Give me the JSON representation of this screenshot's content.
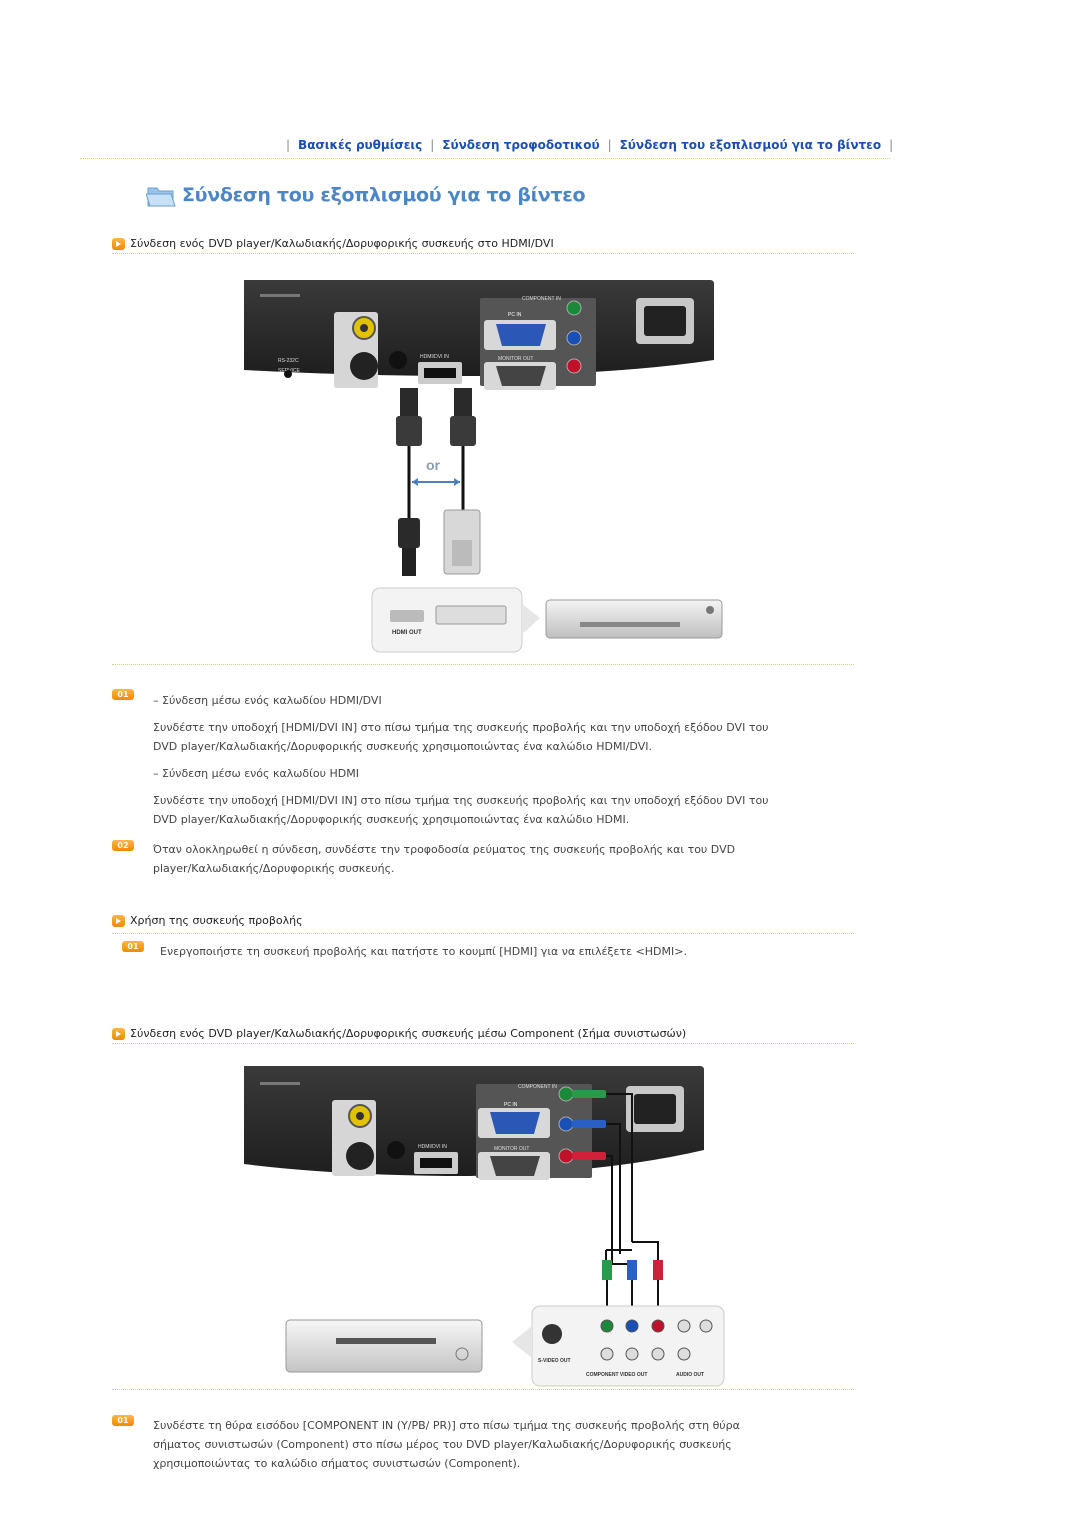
{
  "breadcrumb": {
    "items": [
      "Βασικές ρυθμίσεις",
      "Σύνδεση τροφοδοτικού",
      "Σύνδεση του εξοπλισμού για το βίντεο"
    ]
  },
  "page_title": "Σύνδεση του εξοπλισμού για το βίντεο",
  "section1": {
    "heading": "Σύνδεση ενός DVD player/Καλωδιακής/Δορυφορικής συσκευής στο HDMI/DVI",
    "diagram": {
      "or_label": "or",
      "port_labels": {
        "component_in": "COMPONENT IN",
        "pc_in": "PC IN",
        "hdmi_dvi_in": "HDMI/DVI IN",
        "monitor_out": "MONITOR OUT",
        "rs232c": "RS-232C",
        "service": "SERVICE"
      },
      "device_labels": {
        "hdmi_out": "HDMI OUT"
      }
    },
    "step1_badge": "01",
    "step1_lines": [
      "– Σύνδεση μέσω ενός καλωδίου HDMI/DVI",
      "Συνδέστε την υποδοχή [HDMI/DVI IN] στο πίσω τμήμα της συσκευής προβολής και την υποδοχή εξόδου DVI του",
      "DVD player/Καλωδιακής/Δορυφορικής συσκευής χρησιμοποιώντας ένα καλώδιο HDMI/DVI.",
      "– Σύνδεση μέσω ενός καλωδίου HDMI",
      "Συνδέστε την υποδοχή [HDMI/DVI IN] στο πίσω τμήμα της συσκευής προβολής και την υποδοχή εξόδου DVI του",
      "DVD player/Καλωδιακής/Δορυφορικής συσκευής χρησιμοποιώντας ένα καλώδιο HDMI."
    ],
    "step2_badge": "02",
    "step2_lines": [
      "Όταν ολοκληρωθεί η σύνδεση, συνδέστε την τροφοδοσία ρεύματος της συσκευής προβολής και του DVD",
      "player/Καλωδιακής/Δορυφορικής συσκευής."
    ]
  },
  "section2": {
    "heading": "Χρήση της συσκευής προβολής",
    "step1_badge": "01",
    "step1_text": "Ενεργοποιήστε τη συσκευή προβολής και πατήστε το κουμπί [HDMI] για να επιλέξετε <HDMI>."
  },
  "section3": {
    "heading": "Σύνδεση ενός DVD player/Καλωδιακής/Δορυφορικής συσκευής μέσω Component (Σήμα συνιστωσών)",
    "diagram": {
      "port_labels": {
        "component_in": "COMPONENT IN",
        "pc_in": "PC IN",
        "hdmi_dvi_in": "HDMI/DVI IN",
        "monitor_out": "MONITOR OUT"
      },
      "device_labels": {
        "s_video_out": "S-VIDEO OUT",
        "component_video_out": "COMPONENT VIDEO OUT",
        "audio_out": "AUDIO OUT"
      }
    },
    "step1_badge": "01",
    "step1_lines": [
      "Συνδέστε τη θύρα εισόδου [COMPONENT IN (Y/PB/ PR)] στο πίσω τμήμα της συσκευής προβολής στη θύρα",
      "σήματος συνιστωσών (Component) στο πίσω μέρος του DVD player/Καλωδιακής/Δορυφορικής συσκευής",
      "χρησιμοποιώντας το καλώδιο σήματος συνιστωσών (Component)."
    ]
  },
  "colors": {
    "accent_blue": "#1a4fb5",
    "title_blue": "#4a86c8",
    "bullet_orange": "#f08a00",
    "dotted_green": "#c9d98a"
  }
}
